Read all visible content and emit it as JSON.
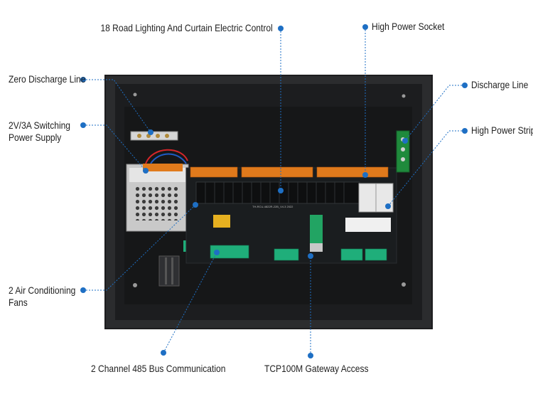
{
  "colors": {
    "accent": "#1e6fc4",
    "enclosure": "#2d2e30",
    "enclosure_inner": "#1b1c1e",
    "pcb": "#1a1d1f",
    "terminal_orange": "#e07a1c",
    "terminal_green": "#1fae7a"
  },
  "callouts": {
    "top_center": "18 Road Lighting And Curtain Electric Control",
    "top_right": "High Power Socket",
    "zero_discharge": "Zero Discharge Line",
    "switching_psu_line1": "2V/3A Switching",
    "switching_psu_line2": "Power Supply",
    "discharge_line": "Discharge Line",
    "high_power_strip": "High Power Strip",
    "ac_fans_line1": "2 Air Conditioning",
    "ac_fans_line2": "Fans",
    "bus_485": "2 Channel 485 Bus Communication",
    "gateway": "TCP100M Gateway Access"
  },
  "board": {
    "pcb_marking": "TH-RCU-4822R-22B_V4.3  2022"
  }
}
